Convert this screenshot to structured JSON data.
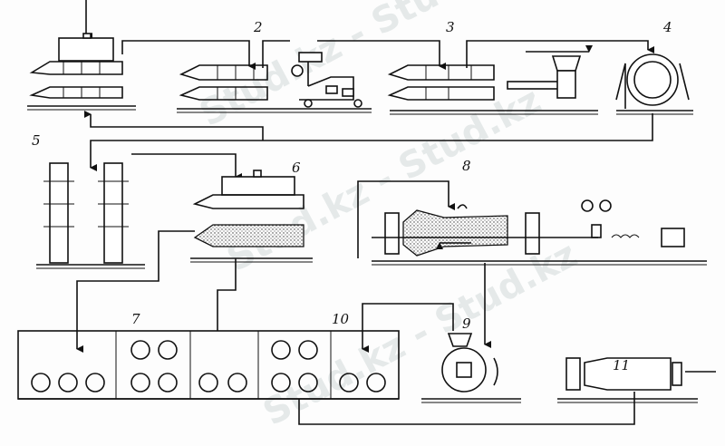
{
  "diagram": {
    "stage_labels": [
      "2",
      "3",
      "4",
      "5",
      "6",
      "7",
      "8",
      "9",
      "10",
      "11"
    ],
    "watermark": "Stud.kz - Stud.kz"
  },
  "colors": {
    "ink": "#111111",
    "paper": "#fdfdfd",
    "watermark": "#b9c6c6"
  }
}
